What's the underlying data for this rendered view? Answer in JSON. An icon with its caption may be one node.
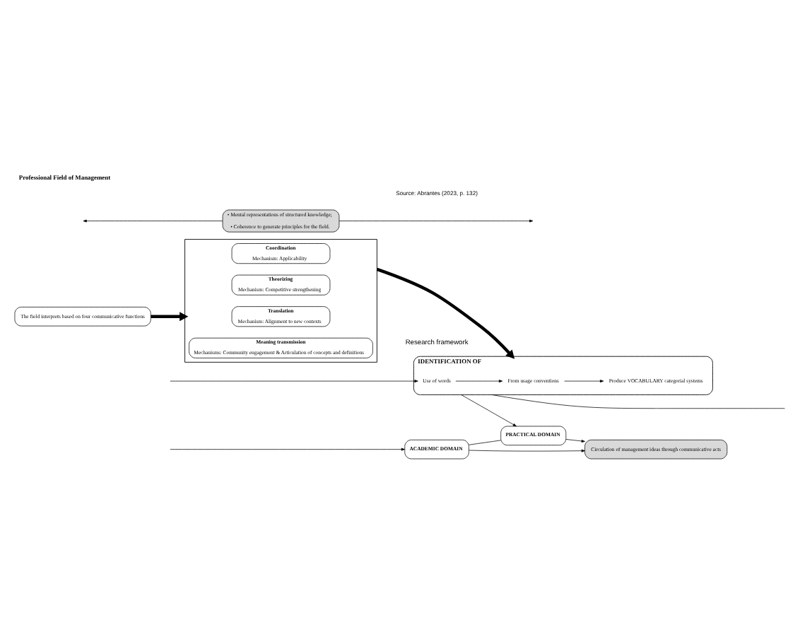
{
  "diagram": {
    "title": "Professional Field of Management",
    "caption": "Research framework",
    "nodes": [
      {
        "text": [
          "ACADEMIC DOMAIN"
        ]
      },
      {
        "text": [
          "PRACTICAL DOMAIN"
        ]
      },
      {
        "text": [
          "Circulation of management ideas through communicative acts"
        ]
      },
      {
        "text": [
          "The field interprets based on four communicative functions"
        ]
      },
      {
        "text": [],
        "shape": "box"
      },
      {
        "text": [
          "Coordination",
          "Mechanism: Applicability"
        ],
        "in": 4
      },
      {
        "text": [
          "Theorizing",
          "Mechanism: Competitive strengthening"
        ],
        "in": 4
      },
      {
        "text": [
          "Translation",
          "Mechanism: Alignment to new contexts"
        ],
        "in": 4
      },
      {
        "text": [
          "Meaning transmission",
          "Mechanisms: Community engagement & Articulation of concepts and definitions"
        ],
        "in": 4
      },
      {
        "text": [
          "IDENTIFICATION OF"
        ]
      },
      {
        "text": [
          "Use of words"
        ],
        "in": 9
      },
      {
        "text": [
          "From usage conventions"
        ],
        "in": 9
      },
      {
        "text": [
          "Produce VOCABULARY categorial systems"
        ],
        "in": 9
      },
      {
        "text": [
          "• Mental representations of structured knowledge;",
          "• Coherence to generate principles for the field."
        ]
      }
    ],
    "edges": [
      {
        "from": 0,
        "to": 2,
        "arrow": "to"
      },
      {
        "from": 1,
        "to": 2,
        "arrow": "to"
      },
      {
        "from": 0,
        "to": 1,
        "arrow": "none"
      },
      {
        "from": null,
        "to": 0,
        "arrow": "to"
      },
      {
        "from": 9,
        "to": 1,
        "arrow": "to"
      },
      {
        "from": 3,
        "to": 4,
        "arrow": "to",
        "style": "thick"
      },
      {
        "from": 4,
        "to": 9,
        "arrow": "to",
        "style": "thick"
      },
      {
        "from": null,
        "to": 10,
        "arrow": "to"
      },
      {
        "from": 10,
        "to": 11,
        "arrow": "to"
      },
      {
        "from": 11,
        "to": 12,
        "arrow": "to"
      },
      {
        "from": 13,
        "to": null,
        "arrow": "to"
      },
      {
        "from": 13,
        "to": null,
        "arrow": "to"
      },
      {
        "from": 9,
        "to": null,
        "arrow": "none"
      }
    ],
    "labels": [
      "Source: Abrantes (2023, p. 132)"
    ]
  }
}
